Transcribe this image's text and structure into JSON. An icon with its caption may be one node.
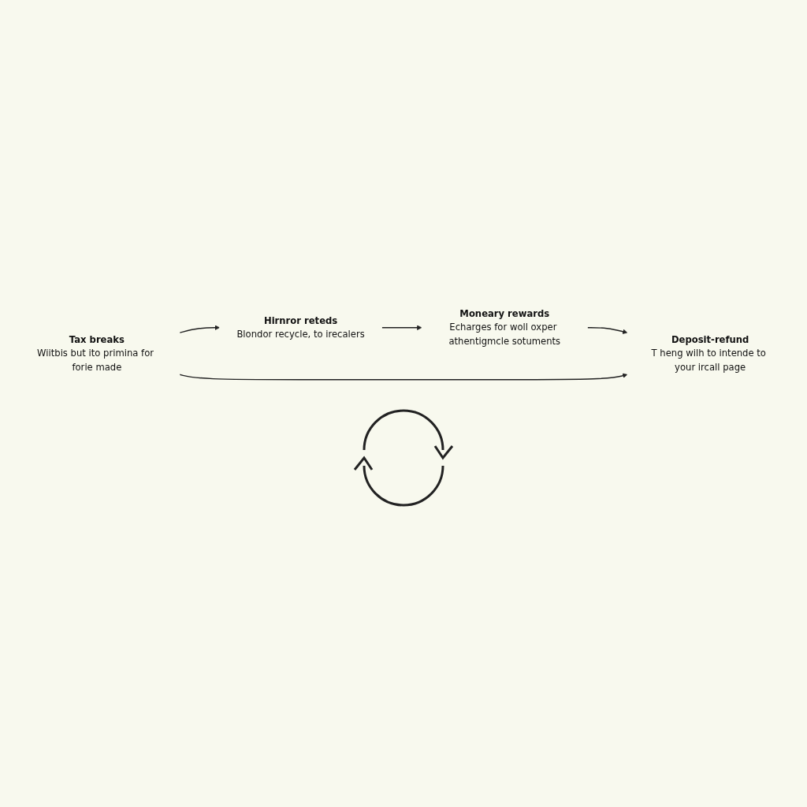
{
  "diagram": {
    "nodes": [
      {
        "text": [
          "Hirnror reteds",
          "Blondor recycle, to irecalers"
        ]
      },
      {
        "text": [
          "Moneary rewards",
          "Echarges for woll oxper athentigmcle sotuments"
        ]
      },
      {
        "text": [
          "Tax breaks",
          "Wiitbis but ito primina for forie made"
        ]
      },
      {
        "text": [
          "Deposit-refund",
          "T heng wilh to intende to your ircall page"
        ]
      }
    ],
    "edges": [
      {
        "from": 0,
        "to": 1,
        "arrow": "to"
      },
      {
        "from": 2,
        "to": 0,
        "arrow": "to"
      },
      {
        "from": 1,
        "to": 3,
        "arrow": "to"
      },
      {
        "from": 2,
        "to": 3,
        "arrow": "to"
      }
    ]
  }
}
